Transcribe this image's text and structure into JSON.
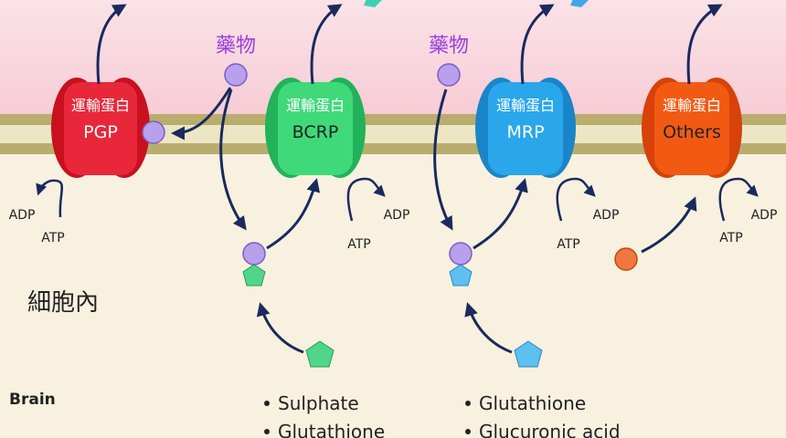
{
  "drug_label": "藥物",
  "intracellular_label": "細胞內",
  "tissue_label": "Brain",
  "transporters": [
    {
      "name_cn": "運輸蛋白",
      "name": "PGP",
      "color": "#e8283a",
      "shade": "#c8101f"
    },
    {
      "name_cn": "運輸蛋白",
      "name": "BCRP",
      "color": "#3fd97a",
      "shade": "#22b25a"
    },
    {
      "name_cn": "運輸蛋白",
      "name": "MRP",
      "color": "#2aa6ea",
      "shade": "#1a85c8"
    },
    {
      "name_cn": "運輸蛋白",
      "name": "Others",
      "color": "#f25a14",
      "shade": "#d6420a"
    }
  ],
  "energy": {
    "adp": "ADP",
    "atp": "ATP"
  },
  "conjugates": {
    "left": [
      "Sulphate",
      "Glutathione"
    ],
    "right": [
      "Glutathione",
      "Glucuronic acid"
    ]
  },
  "colors": {
    "extracellular": "#f8d3da",
    "membrane_outer": "#b9ad6e",
    "membrane_inner": "#ece6c4",
    "cytoplasm": "#f8f1df",
    "drug_molecule": "#b9a0ec",
    "drug_label": "#9a3fe0",
    "arrow": "#1a2a5e",
    "green_conjugate": "#50d68a",
    "blue_conjugate": "#5cc0f0",
    "orange_substrate": "#f07840"
  }
}
